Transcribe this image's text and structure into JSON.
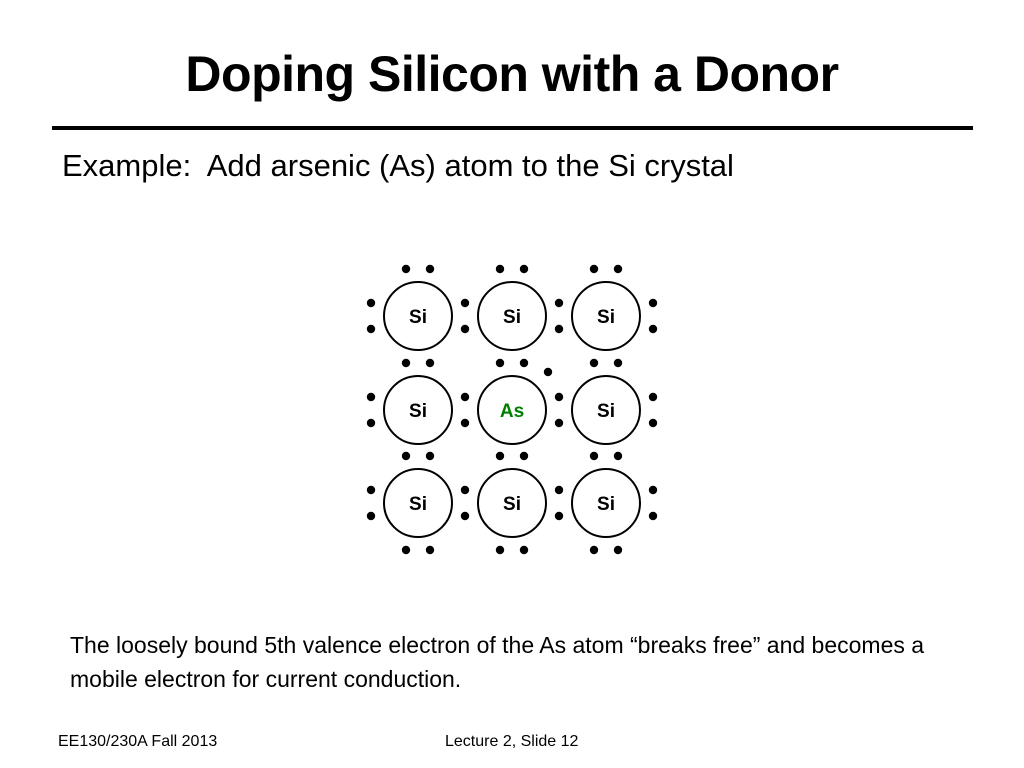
{
  "slide": {
    "title": "Doping Silicon with a Donor",
    "subtitle": "Example:  Add arsenic (As) atom to the Si crystal",
    "note": "The loosely bound 5th valence electron of the As atom “breaks free” and becomes a mobile electron for current conduction.",
    "footer_left": "EE130/230A Fall 2013",
    "footer_center": "Lecture 2, Slide 12"
  },
  "lattice": {
    "rows": [
      [
        "Si",
        "Si",
        "Si"
      ],
      [
        "Si",
        "As",
        "Si"
      ],
      [
        "Si",
        "Si",
        "Si"
      ]
    ],
    "dopant": "As",
    "colors": {
      "host_label": "#000000",
      "dopant_label": "#008000",
      "electron": "#000000"
    }
  }
}
